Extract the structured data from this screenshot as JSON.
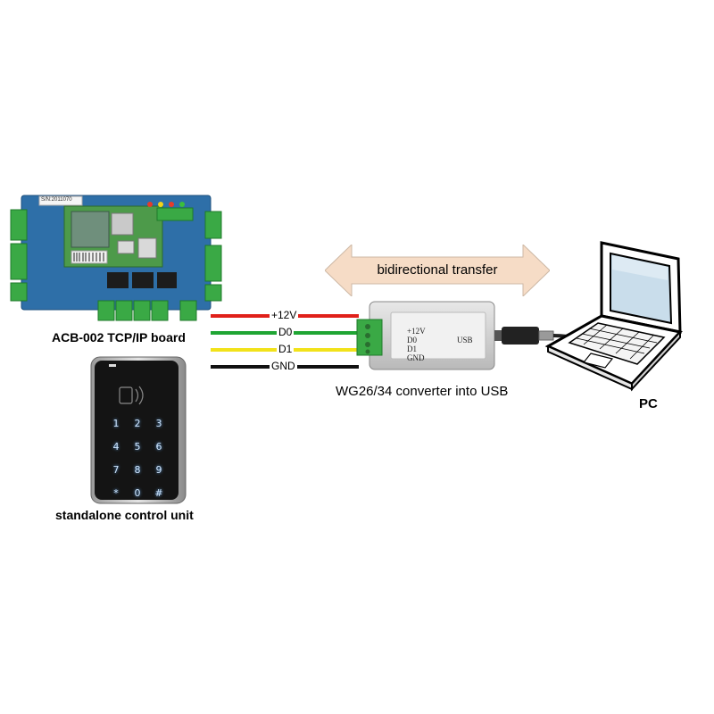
{
  "board": {
    "caption": "ACB-002 TCP/IP board",
    "serial": "S/N:2011070"
  },
  "keypad": {
    "caption": "standalone control unit",
    "keys": [
      "1",
      "2",
      "3",
      "4",
      "5",
      "6",
      "7",
      "8",
      "9",
      "*",
      "0",
      "#"
    ]
  },
  "wires": [
    {
      "label": "+12V",
      "color": "#e0201a"
    },
    {
      "label": "D0",
      "color": "#1fa533"
    },
    {
      "label": "D1",
      "color": "#f2e21a"
    },
    {
      "label": "GND",
      "color": "#111111"
    }
  ],
  "arrow": {
    "label": "bidirectional transfer",
    "color": "#f6dcc6"
  },
  "converter": {
    "caption": "WG26/34 converter into USB",
    "pins": [
      "+12V",
      "D0",
      "D1",
      "GND"
    ],
    "port_label": "USB"
  },
  "pc": {
    "caption": "PC"
  },
  "colors": {
    "pcb": "#2e6fa8",
    "terminal": "#3aa945"
  }
}
